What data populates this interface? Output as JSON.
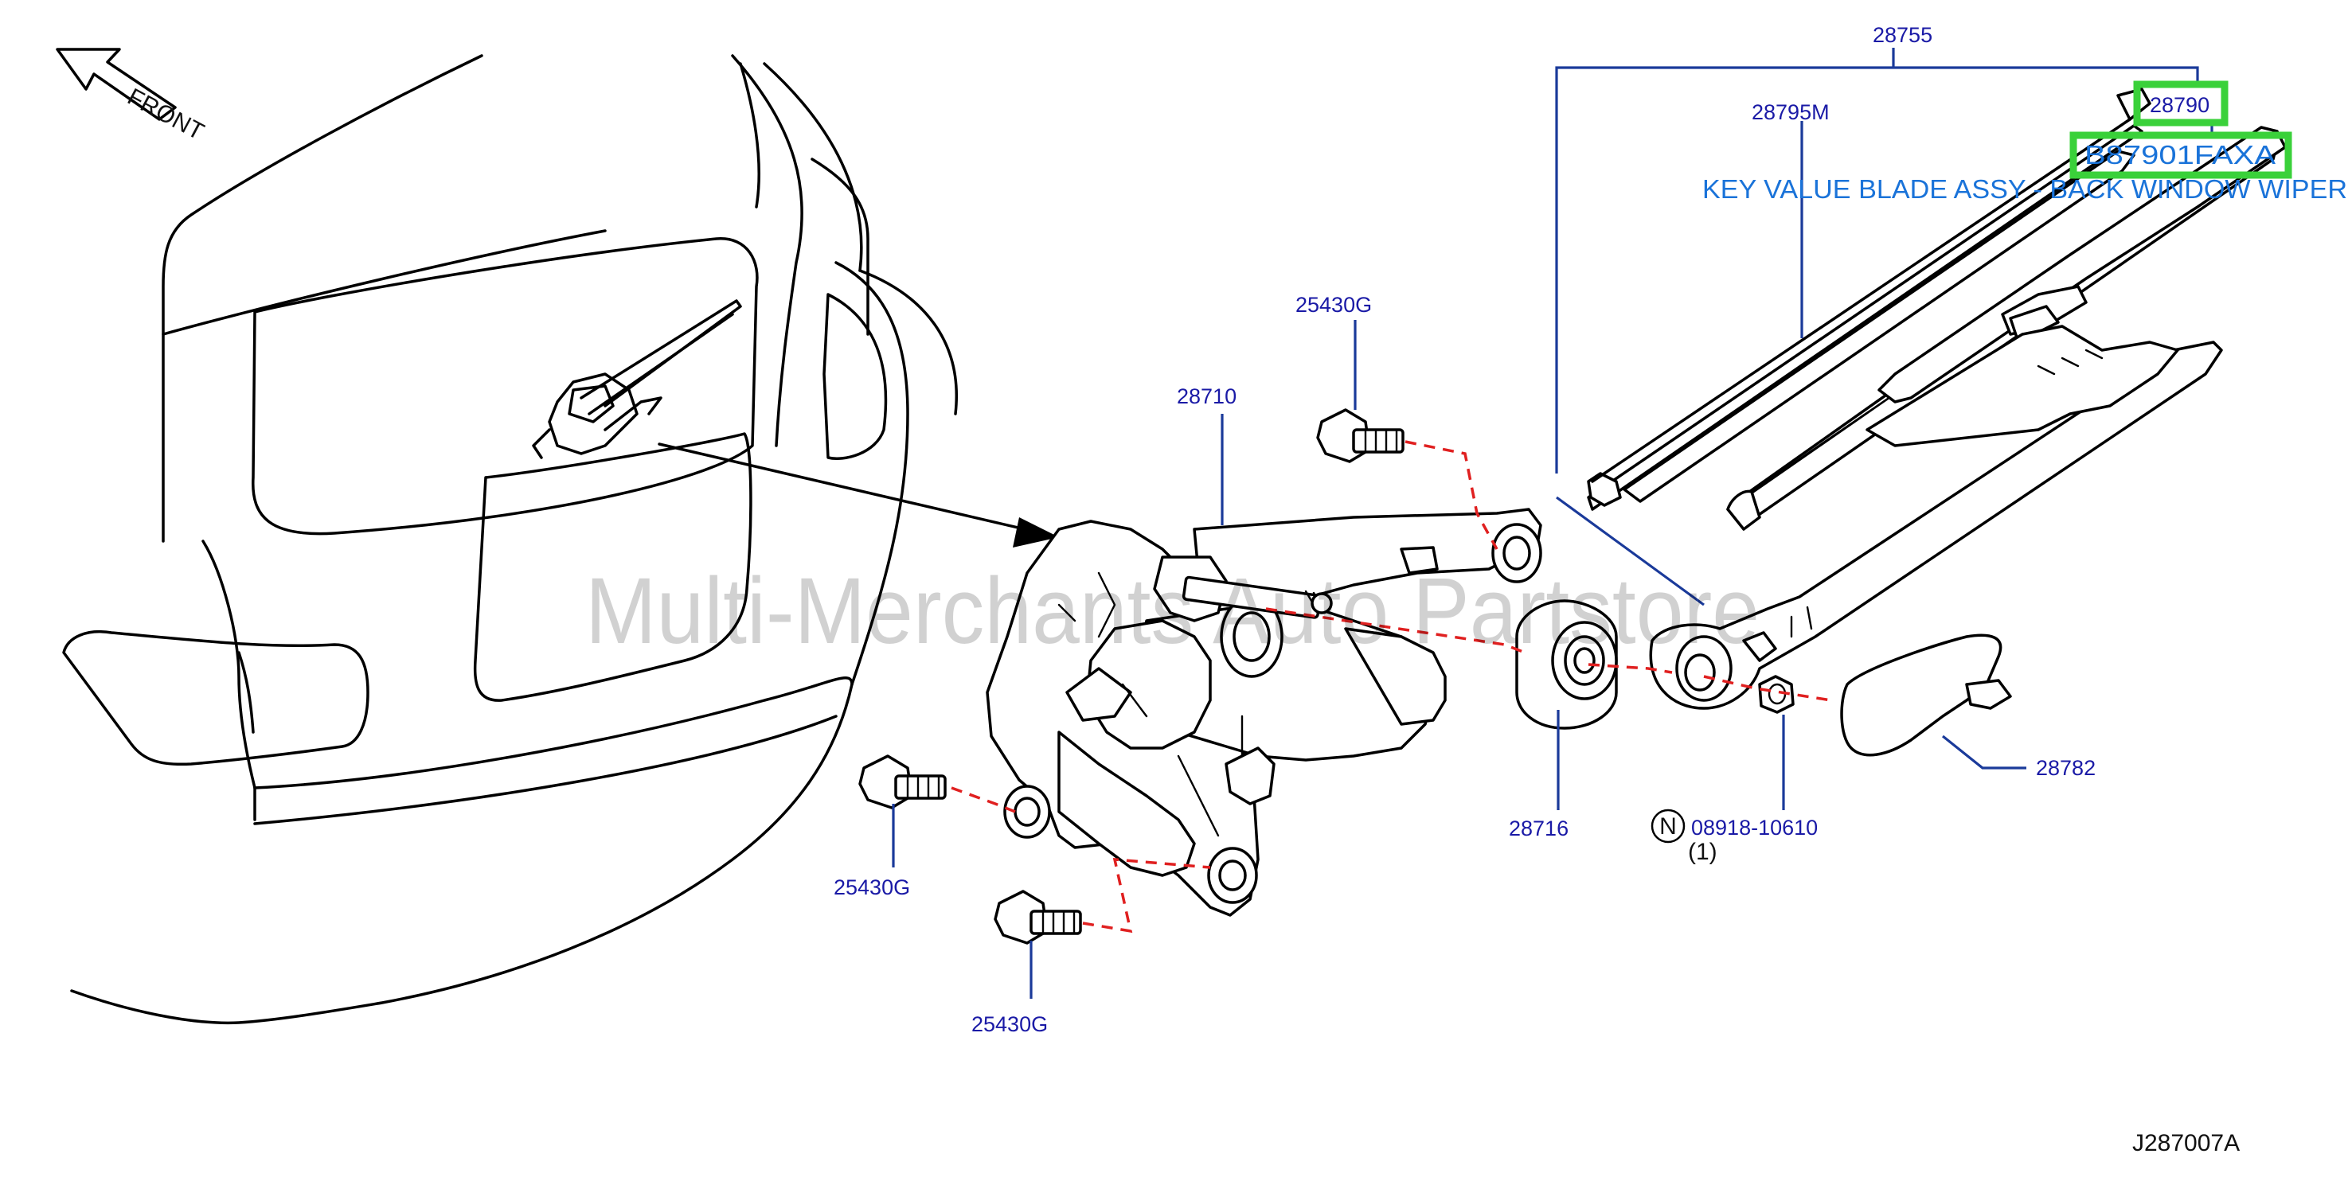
{
  "labels": {
    "front": "FRONT",
    "assembly": "28755",
    "blade_refill": "28795M",
    "wiper_arm": "28790",
    "part_number": "B87901FAXA",
    "part_description": "KEY VALUE BLADE ASSY - BACK WINDOW WIPER",
    "motor": "28710",
    "bolt_top": "25430G",
    "bolt_left": "25430G",
    "bolt_bottom": "25430G",
    "bushing": "28716",
    "nut_symbol": "N",
    "nut": "08918-10610",
    "nut_qty": "(1)",
    "cap": "28782",
    "diagram_code": "J287007A"
  },
  "watermark": "Multi-Merchants Auto Partstore",
  "colors": {
    "label": "#1a1aa6",
    "part_highlight": "#3ad13a",
    "part_text": "#1a73d9",
    "assembly_line": "#e02020",
    "leader": "#1a3a9a"
  },
  "icons": {
    "front_arrow": "front-arrow-icon"
  }
}
